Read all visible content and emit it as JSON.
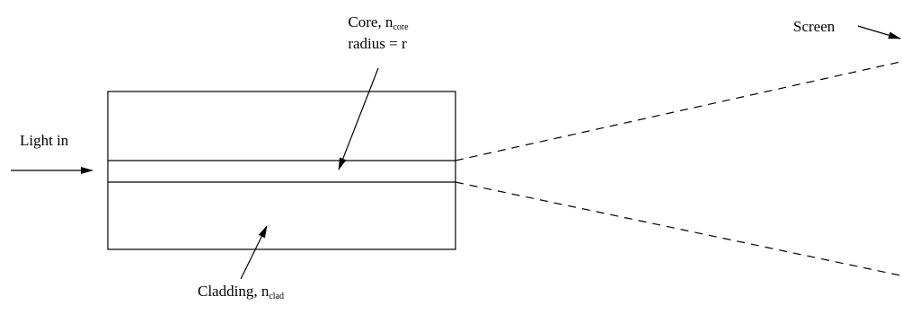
{
  "labels": {
    "core_prefix": "Core, n",
    "core_sub": "core",
    "radius": "radius = r",
    "screen": "Screen",
    "light_in": "Light in",
    "cladding_prefix": "Cladding, n",
    "cladding_sub": "clad"
  },
  "colors": {
    "stroke": "#000000",
    "background": "#ffffff"
  }
}
